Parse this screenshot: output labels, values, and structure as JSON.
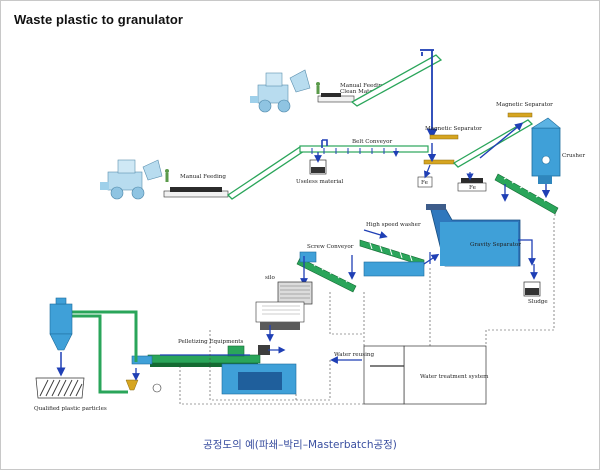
{
  "title": "Waste plastic to granulator",
  "caption": "공정도의 예(파쇄–박리–Masterbatch공정)",
  "labels": {
    "manual_feeding_clean": "Manual Feeding\nClean Material",
    "manual_feeding": "Manual Feeding",
    "belt_conveyor": "Belt Conveyor",
    "useless_material": "Useless material",
    "magnetic_separator_1": "Magnetic Separator",
    "magnetic_separator_2": "Magnetic Separator",
    "crusher": "Crusher",
    "fe_1": "Fe",
    "fe_2": "Fe",
    "high_speed_washer": "High speed washer",
    "screw_conveyor": "Screw Conveyor",
    "gravity_separator": "Gravity Separator",
    "silo": "silo",
    "sludge": "Sludge",
    "pelletizing_equipments": "Pelletizing Equipments",
    "water_reusing": "Water reusing",
    "water_treatment_system": "Water treatment system",
    "qualified_plastic_particles": "Qualified plastic particles"
  },
  "colors": {
    "machine": "#3fa0d8",
    "conveyor": "#2aa55a",
    "flow_arrow": "#1f3fb5",
    "material": "#d6a520",
    "loader": "#b8dcef"
  }
}
